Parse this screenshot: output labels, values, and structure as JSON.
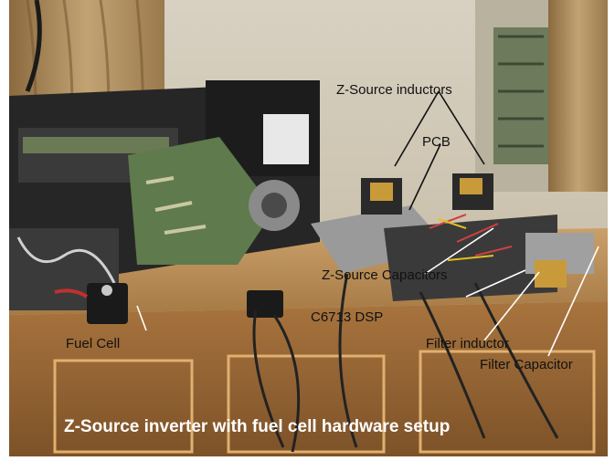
{
  "figure": {
    "labels": {
      "z_source_inductors": "Z-Source inductors",
      "pcb": "PCB",
      "z_source_capacitors": "Z-Source Capacitors",
      "dsp": "C6713 DSP",
      "fuel_cell": "Fuel Cell",
      "filter_inductor": "Filter inductor",
      "filter_capacitor": "Filter Capacitor"
    },
    "caption": "Z-Source inverter with fuel cell hardware setup"
  },
  "colors": {
    "wall": "#cfc7b4",
    "curtain": "#a9895a",
    "table_top": "#b78a52",
    "cabinet": "#9c6b38",
    "equipment": "#2a2a2a",
    "board_green": "#5f7a4c"
  }
}
